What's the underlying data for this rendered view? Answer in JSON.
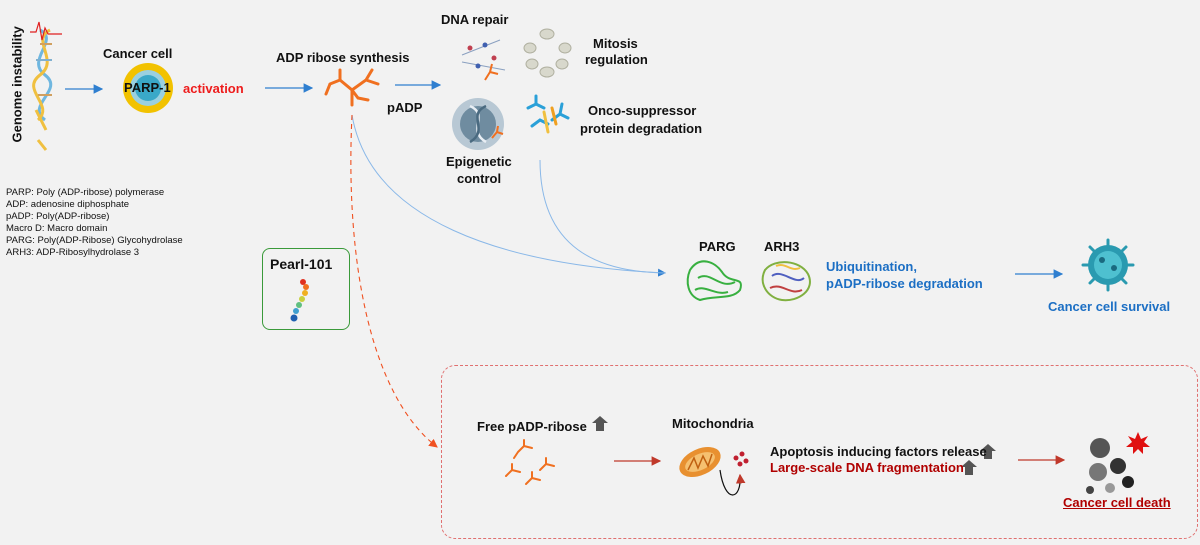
{
  "genome_label": "Genome instability",
  "cancer_cell": {
    "title": "Cancer cell",
    "enzyme": "PARP-1",
    "activation": "activation"
  },
  "adp_synthesis": "ADP ribose synthesis",
  "padp": "pADP",
  "outcomes": {
    "dna_repair": "DNA repair",
    "mitosis_line1": "Mitosis",
    "mitosis_line2": "regulation",
    "onco_line1": "Onco-suppressor",
    "onco_line2": "protein degradation",
    "epigenetic_line1": "Epigenetic",
    "epigenetic_line2": "control"
  },
  "legend": [
    "PARP: Poly (ADP-ribose) polymerase",
    "ADP: adenosine diphosphate",
    "pADP: Poly(ADP-ribose)",
    "Macro D: Macro domain",
    "PARG: Poly(ADP-Ribose) Glycohydrolase",
    "ARH3: ADP-Ribosylhydrolase 3"
  ],
  "pearl": "Pearl-101",
  "parg": "PARG",
  "arh3": "ARH3",
  "ubiquitination_line1": "Ubiquitination,",
  "ubiquitination_line2": "pADP-ribose degradation",
  "survival": "Cancer cell survival",
  "death_path": {
    "free_padp": "Free pADP-ribose",
    "mitochondria": "Mitochondria",
    "apoptosis": "Apoptosis inducing factors release",
    "fragmentation": "Large-scale DNA fragmentation",
    "death": "Cancer cell death"
  },
  "colors": {
    "blue_arrow": "#2f7fd0",
    "red_arrow": "#c0392b",
    "accent_red": "#ee1c1c",
    "orange": "#f07020",
    "green_box": "#3a9a3a"
  }
}
